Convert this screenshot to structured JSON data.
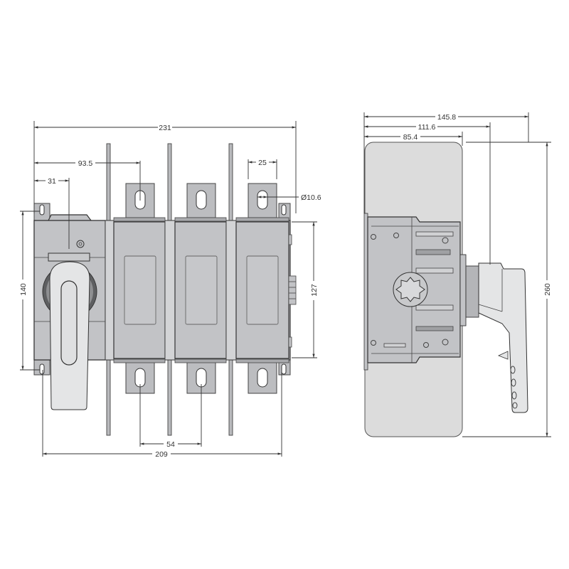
{
  "drawing": {
    "front_view": {
      "overall_width": "231",
      "handle_to_first_terminal": "93.5",
      "handle_axis_offset": "31",
      "terminal_width": "25",
      "hole_diameter": "Ø10.6",
      "mounting_height": "140",
      "body_height": "127",
      "pole_pitch": "54",
      "mounting_width": "209",
      "poles": 3
    },
    "side_view": {
      "overall_depth": "145.8",
      "depth_to_handle": "111.6",
      "body_depth": "85.4",
      "overall_height": "260"
    }
  }
}
